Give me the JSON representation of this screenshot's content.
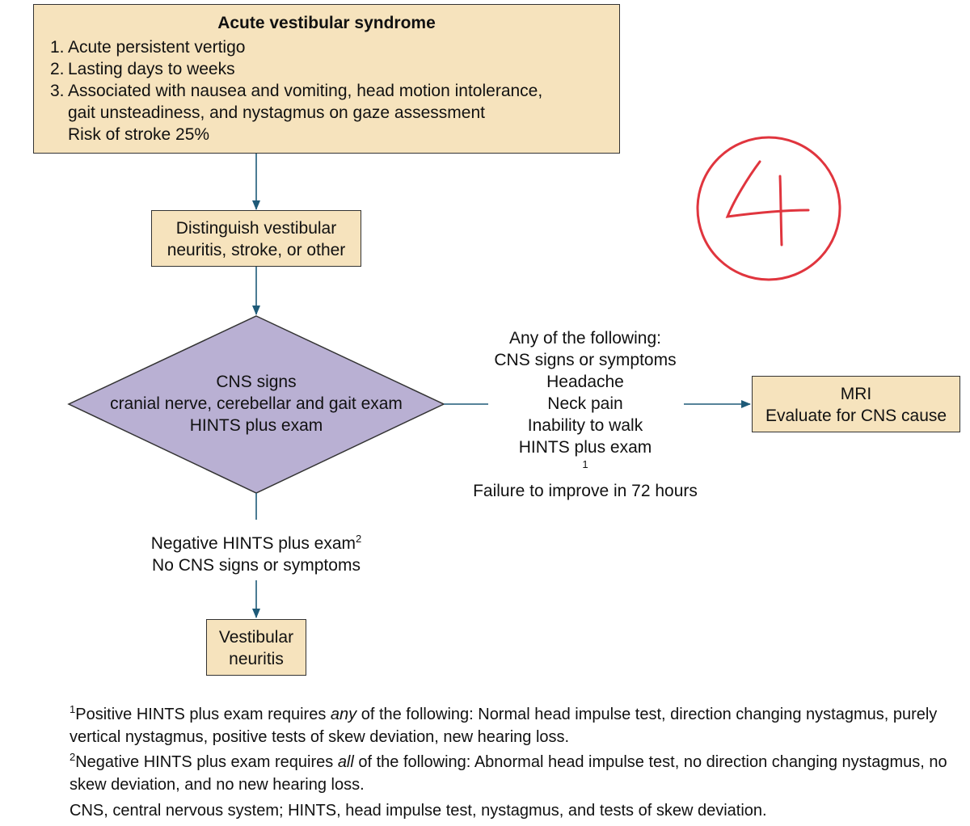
{
  "colors": {
    "box_fill": "#f6e3bd",
    "diamond_fill": "#b9b0d3",
    "connector": "#1e5a78",
    "annotation_red": "#e0353e"
  },
  "start_box": {
    "title": "Acute vestibular syndrome",
    "items": [
      {
        "num": "1.",
        "lines": [
          "Acute persistent vertigo"
        ]
      },
      {
        "num": "2.",
        "lines": [
          "Lasting days to weeks"
        ]
      },
      {
        "num": "3.",
        "lines": [
          "Associated with nausea and vomiting, head motion intolerance,",
          "gait unsteadiness, and nystagmus on gaze assessment",
          "Risk of stroke 25%"
        ]
      }
    ]
  },
  "distinguish_box": {
    "lines": [
      "Distinguish vestibular",
      "neuritis, stroke, or other"
    ]
  },
  "decision": {
    "lines": [
      "CNS signs",
      "cranial nerve, cerebellar and gait exam",
      "HINTS plus exam"
    ]
  },
  "positive_branch": {
    "lines": [
      "Any of the following:",
      "CNS signs or symptoms",
      "Headache",
      "Neck pain",
      "Inability to walk"
    ],
    "hints_line": "HINTS plus exam",
    "hints_sup": "1",
    "last_line": "Failure to improve in 72 hours"
  },
  "mri_box": {
    "lines": [
      "MRI",
      "Evaluate for CNS cause"
    ]
  },
  "negative_branch": {
    "line1": "Negative HINTS plus exam",
    "line1_sup": "2",
    "line2": "No CNS signs or symptoms"
  },
  "neuritis_box": {
    "lines": [
      "Vestibular",
      "neuritis"
    ]
  },
  "annotation": {
    "text": "4"
  },
  "footnotes": {
    "note1": {
      "sup": "1",
      "before": "Positive HINTS plus exam requires ",
      "em": "any",
      "after": " of the following: Normal head impulse test, direction changing nystagmus, purely vertical nystagmus, positive tests of skew deviation, new hearing loss."
    },
    "note2": {
      "sup": "2",
      "before": "Negative HINTS plus exam requires ",
      "em": "all",
      "after": " of the following: Abnormal head impulse test, no direction changing nystagmus, no skew deviation, and no new hearing loss."
    },
    "abbrev": "CNS, central nervous system; HINTS, head impulse test, nystagmus, and tests of skew deviation."
  }
}
